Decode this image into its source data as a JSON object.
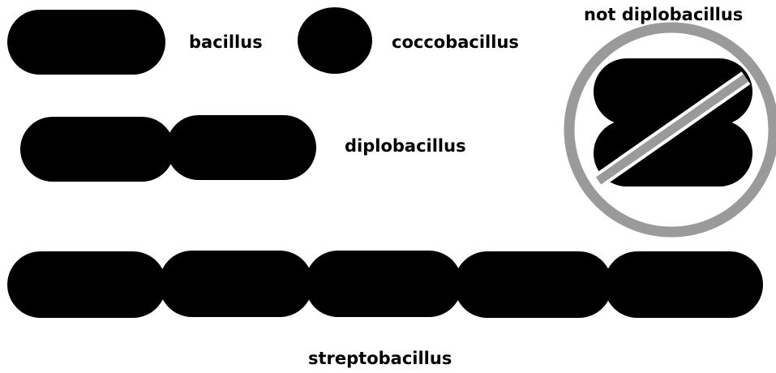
{
  "diagram": {
    "colors": {
      "cell": "#000000",
      "prohibition_ring": "#9a9a9a",
      "background": "#ffffff"
    },
    "labels": {
      "bacillus": "bacillus",
      "coccobacillus": "coccobacillus",
      "diplobacillus": "diplobacillus",
      "not_diplobacillus": "not diplobacillus",
      "streptobacillus": "streptobacillus"
    },
    "icons": {
      "prohibition": "no-symbol-icon"
    }
  }
}
